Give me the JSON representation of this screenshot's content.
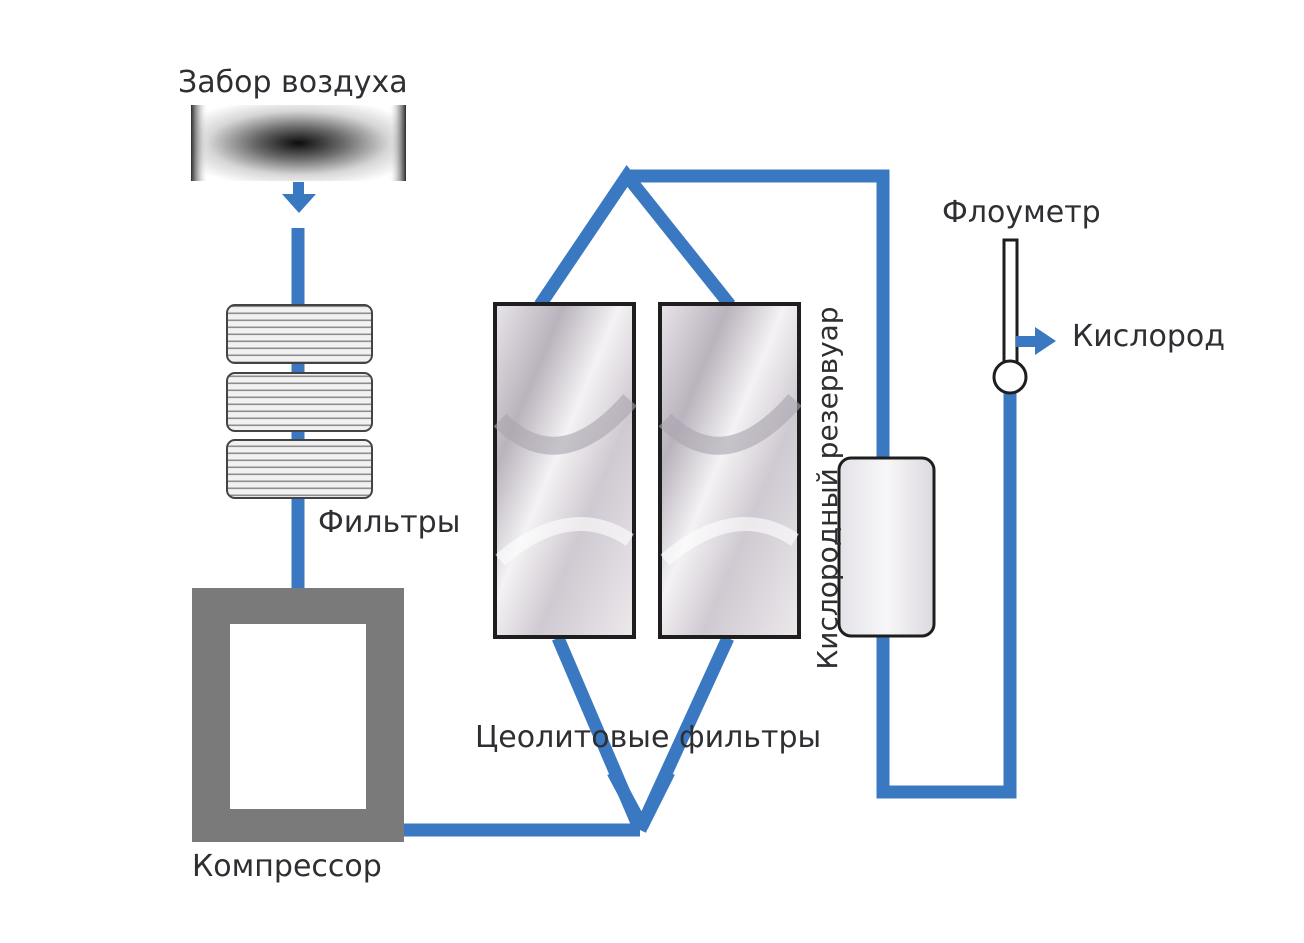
{
  "labels": {
    "air_intake": "Забор воздуха",
    "filters": "Фильтры",
    "compressor": "Компрессор",
    "zeolite_filters": "Цеолитовые фильтры",
    "oxygen_reservoir": "Кислородный резервуар",
    "flowmeter": "Флоуметр",
    "oxygen": "Кислород"
  },
  "colors": {
    "pipe": "#3a78c2",
    "compressor": "#7a7a7a",
    "outline": "#1e1e1e",
    "text": "#2f2f33"
  }
}
